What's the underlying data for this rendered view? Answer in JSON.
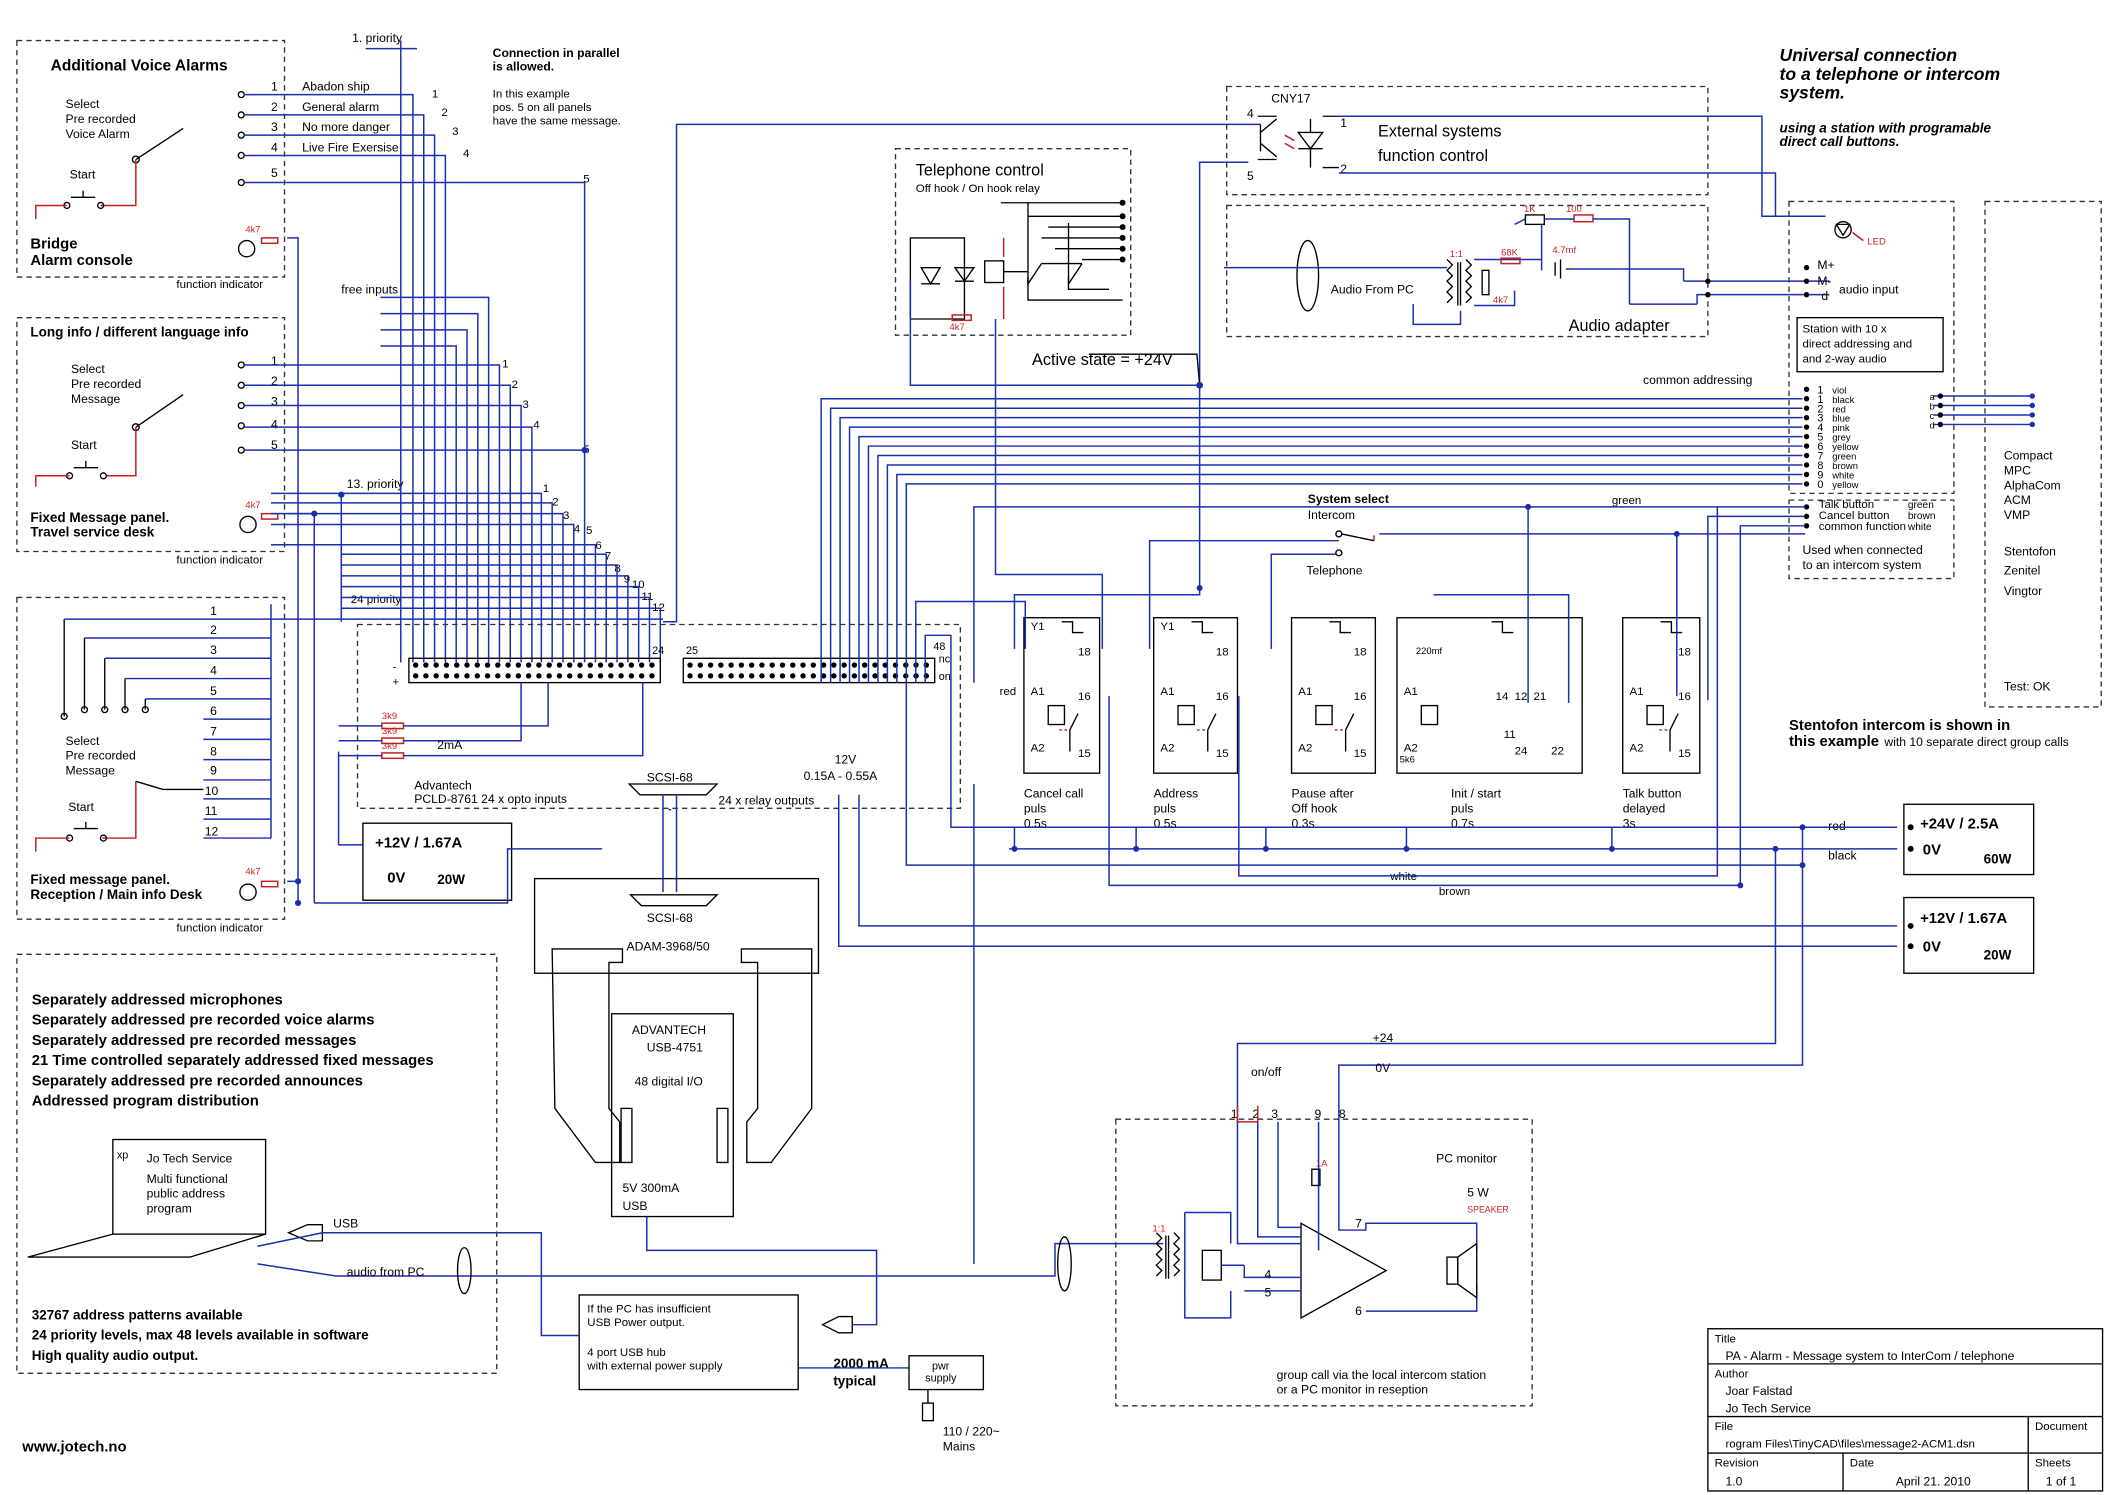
{
  "header": {
    "universal_title": "Universal connection to a telephone or intercom system.",
    "universal_sub": "using a station with programable direct call buttons.",
    "parallel_note": "Connection in parallel is allowed.",
    "example_note": "In this example pos. 5 on all panels have the same message."
  },
  "panels": {
    "voice_alarms": {
      "title": "Additional Voice Alarms",
      "select": "Select Pre recorded Voice Alarm",
      "start": "Start",
      "bottom": "Bridge Alarm console",
      "indicator": "function indicator",
      "res": "4k7",
      "items": [
        "Abadon ship",
        "General alarm",
        "No more danger",
        "Live Fire Exersise"
      ]
    },
    "long_info": {
      "title": "Long info / different language info",
      "select": "Select Pre recorded Message",
      "start": "Start",
      "bottom": "Fixed Message panel. Travel service desk",
      "indicator": "function indicator",
      "res": "4k7"
    },
    "fixed_reception": {
      "select": "Select Pre recorded Message",
      "start": "Start",
      "bottom": "Fixed message panel. Reception / Main info Desk",
      "indicator": "function indicator",
      "res": "4k7"
    }
  },
  "labels": {
    "priority1": "1. priority",
    "priority13": "13. priority",
    "priority24": "24 priority",
    "free_inputs": "free inputs",
    "common_addressing": "common addressing",
    "active_state": "Active state = +24V",
    "pcld": "Advantech PCLD-8761  24 x opto inputs",
    "relay_outputs": "24 x relay outputs",
    "scsi": "SCSI-68",
    "adam": "ADAM-3968/50",
    "usb4751": "ADVANTECH USB-4751",
    "dio": "48 digital I/O",
    "usb_power": "5V 300mA USB",
    "twelve_v": "12V",
    "current": "0.15A - 0.55A",
    "twomA": "2mA",
    "res3k9": "3k9",
    "nc": "nc",
    "on": "on",
    "red": "red",
    "green": "green",
    "white": "white",
    "brown": "brown",
    "black": "black",
    "plus24": "+24",
    "zero_v": "0V",
    "onoff": "on/off"
  },
  "telephone": {
    "title": "Telephone control",
    "sub": "Off hook / On hook relay",
    "res": "4k7"
  },
  "external": {
    "cny": "CNY17",
    "title": "External systems function control"
  },
  "audio_adapter": {
    "title": "Audio adapter",
    "from_pc": "Audio From PC",
    "ratio": "1:1",
    "r1": "1K",
    "r2": "100",
    "r3": "68K",
    "r4": "4k7",
    "cap": "4.7mf"
  },
  "station": {
    "led": "LED",
    "m_plus": "M+",
    "m_minus": "M-",
    "d": "d",
    "audio_input": "audio input",
    "desc": "Station with 10 x direct addressing and and 2-way audio",
    "colors": [
      "viol",
      "black",
      "red",
      "blue",
      "pink",
      "grey",
      "yellow",
      "green",
      "brown",
      "white",
      "yellow"
    ],
    "nums": [
      "1",
      "1",
      "2",
      "3",
      "4",
      "5",
      "6",
      "7",
      "8",
      "9",
      "0"
    ],
    "talk": "Talk button",
    "cancel": "Cancel button",
    "common_fn": "common function",
    "talk_c": "green",
    "cancel_c": "brown",
    "common_c": "white",
    "used_when": "Used when connected to an intercom system",
    "stento_note": "Stentofon intercom is shown in this example",
    "stento_sub": "with 10 separate direct group calls"
  },
  "compat": {
    "list": [
      "Compact",
      "MPC",
      "AlphaCom",
      "ACM",
      "VMP",
      "Stentofon",
      "Zenitel",
      "Vingtor"
    ],
    "test": "Test: OK"
  },
  "relays": [
    {
      "label": "Cancel call puls 0.5s",
      "y1": "Y1"
    },
    {
      "label": "Address puls 0.5s",
      "y1": "Y1"
    },
    {
      "label": "Pause after Off hook 0.3s",
      "y1": ""
    },
    {
      "label": "Init / start puls 0.7s",
      "y1": ""
    },
    {
      "label": "Talk button delayed 3s",
      "y1": ""
    }
  ],
  "relay_pins": {
    "a1": "A1",
    "a2": "A2",
    "p18": "18",
    "p16": "16",
    "p15": "15",
    "p14": "14",
    "p12": "12",
    "p11": "11",
    "p21": "21",
    "p22": "22",
    "p24": "24",
    "cap": "220mf",
    "res": "5k6"
  },
  "system_select": {
    "title": "System select",
    "intercom": "Intercom",
    "telephone": "Telephone"
  },
  "power": {
    "p24": "+24V / 2.5A",
    "p24_0v": "0V",
    "p24_w": "60W",
    "p12": "+12V / 1.67A",
    "p12_0v": "0V",
    "p12_w": "20W",
    "left12": "+12V / 1.67A",
    "left0v": "0V",
    "left20w": "20W"
  },
  "features": [
    "Separately addressed microphones",
    "Separately addressed pre recorded voice alarms",
    "Separately addressed pre recorded messages",
    "21 Time controlled separately addressed  fixed messages",
    "Separately addressed pre recorded announces",
    "Addressed program distribution"
  ],
  "laptop": {
    "xp": "xp",
    "brand": "Jo Tech Service",
    "desc": "Multi functional public address program",
    "usb": "USB",
    "audio": "audio from PC"
  },
  "stats": [
    "32767 address patterns available",
    "24 priority levels,  max 48 levels available in software",
    "High quality audio output."
  ],
  "website": "www.jotech.no",
  "usb_hub": {
    "note1": "If the PC has insufficient USB Power output.",
    "note2": "4 port USB hub with external power supply",
    "ma": "2000 mA typical",
    "pwr": "pwr supply",
    "mains": "110 / 220~ Mains"
  },
  "monitor": {
    "title": "PC monitor",
    "speaker_w": "5 W",
    "speaker": "SPEAKER",
    "ratio": "1:1",
    "fuse": "1A",
    "group_call": "group call via the local intercom station or a PC monitor in reseption"
  },
  "title_block": {
    "title_label": "Title",
    "title": "PA - Alarm - Message system to InterCom / telephone",
    "author_label": "Author",
    "author": "Joar Falstad",
    "company": "Jo Tech Service",
    "file_label": "File",
    "file": "rogram Files\\TinyCAD\\files\\message2-ACM1.dsn",
    "doc_label": "Document",
    "revision_label": "Revision",
    "revision": "1.0",
    "date_label": "Date",
    "date": "April 21. 2010",
    "sheets_label": "Sheets",
    "sheets": "1 of 1"
  }
}
